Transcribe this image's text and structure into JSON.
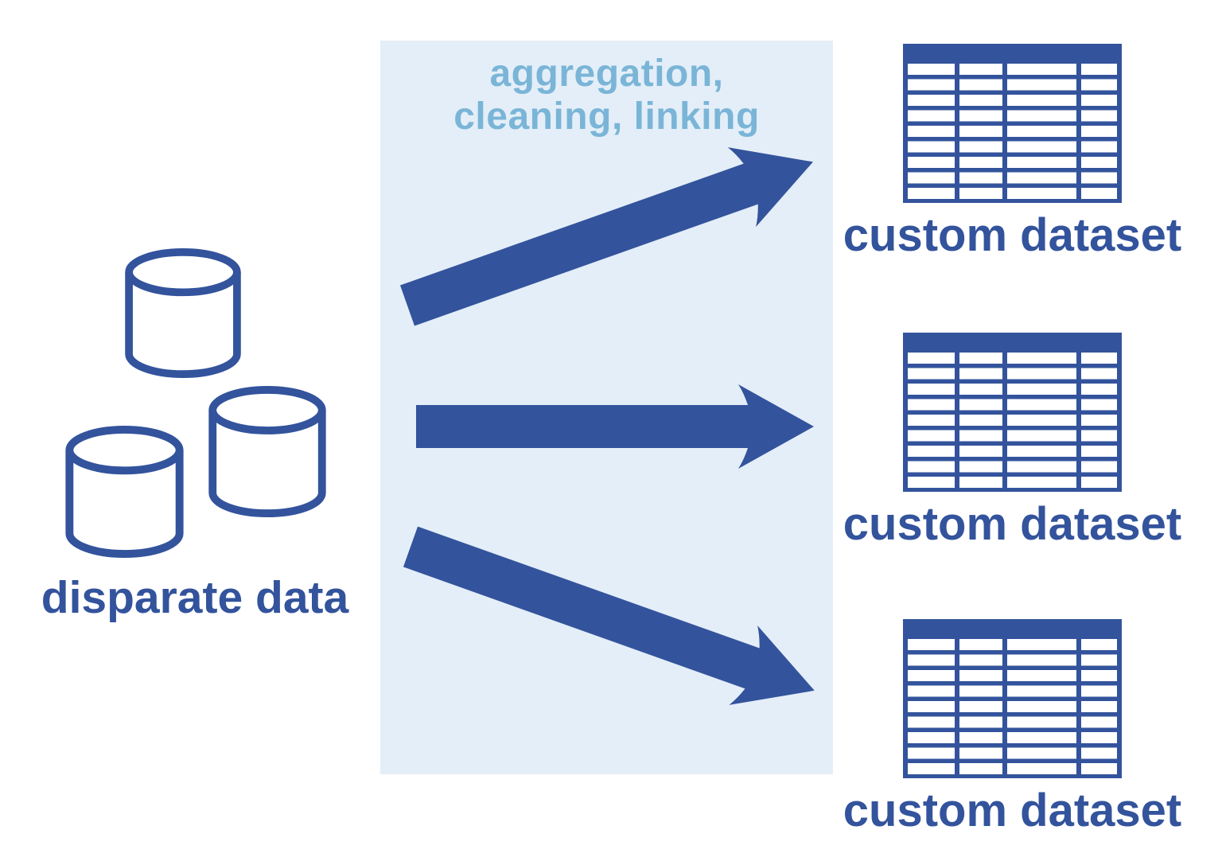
{
  "colors": {
    "primary_blue": "#33539C",
    "light_blue_text": "#7AB5D7",
    "panel_background": "#E4EEF8",
    "cell_white": "#FFFFFF"
  },
  "source": {
    "label": "disparate data",
    "icon": "database-cylinder-icon",
    "cylinder_count": 3
  },
  "process": {
    "label_line1": "aggregation,",
    "label_line2": "cleaning, linking",
    "arrow_count": 3
  },
  "outputs": [
    {
      "label": "custom dataset"
    },
    {
      "label": "custom dataset"
    },
    {
      "label": "custom dataset"
    }
  ],
  "table_icon": {
    "columns": 4,
    "rows": 9,
    "has_header_band": true
  }
}
